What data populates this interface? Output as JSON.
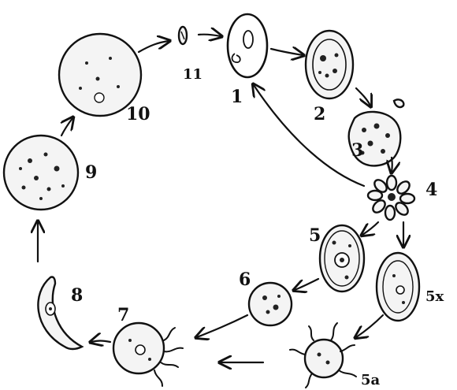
{
  "labels": {
    "stage_1": "1",
    "stage_2": "2",
    "stage_3": "3",
    "stage_4": "4",
    "stage_5": "5",
    "stage_5a": "5a",
    "stage_5x": "5x",
    "stage_6": "6",
    "stage_7": "7",
    "stage_8": "8",
    "stage_9": "9",
    "stage_10": "10",
    "stage_11": "11"
  },
  "colors": {
    "ink": "#111111",
    "paper": "#ffffff",
    "cell": "#f4f4f4"
  }
}
